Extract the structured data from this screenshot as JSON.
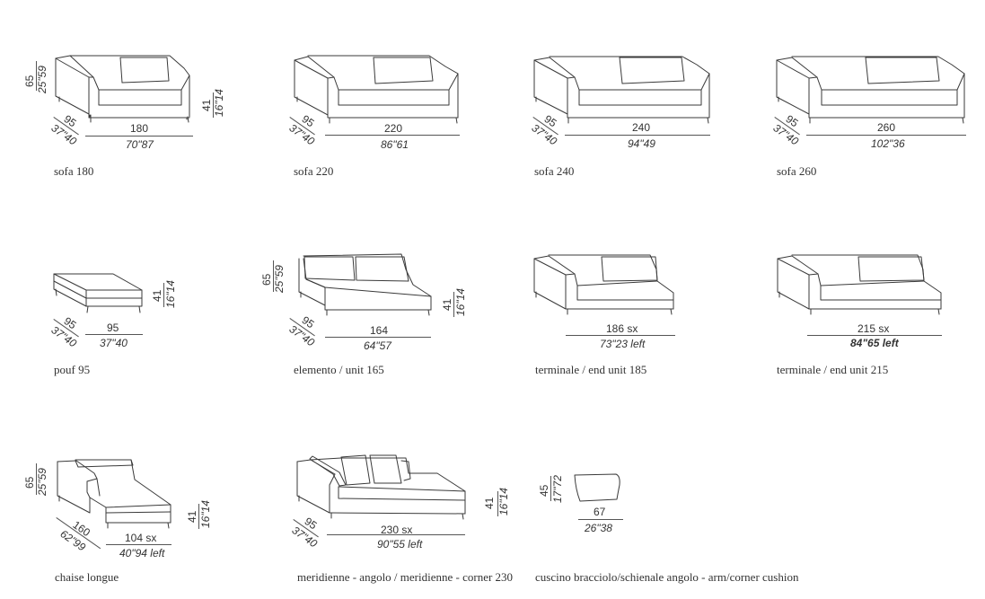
{
  "page": {
    "title": "Sofa modular system dimensions"
  },
  "items": [
    {
      "name": "sofa 180",
      "height_cm": "65",
      "height_in": "25\"59",
      "depth_cm": "95",
      "depth_in": "37\"40",
      "width_cm": "180",
      "width_in": "70\"87",
      "seat_cm": "41",
      "seat_in": "16\"14"
    },
    {
      "name": "sofa 220",
      "depth_cm": "95",
      "depth_in": "37\"40",
      "width_cm": "220",
      "width_in": "86\"61"
    },
    {
      "name": "sofa 240",
      "depth_cm": "95",
      "depth_in": "37\"40",
      "width_cm": "240",
      "width_in": "94\"49"
    },
    {
      "name": "sofa 260",
      "depth_cm": "95",
      "depth_in": "37\"40",
      "width_cm": "260",
      "width_in": "102\"36"
    },
    {
      "name": "pouf 95",
      "depth_cm": "95",
      "depth_in": "37\"40",
      "width_cm": "95",
      "width_in": "37\"40",
      "seat_cm": "41",
      "seat_in": "16\"14"
    },
    {
      "name": "elemento / unit 165",
      "height_cm": "65",
      "height_in": "25\"59",
      "depth_cm": "95",
      "depth_in": "37\"40",
      "width_cm": "164",
      "width_in": "64\"57",
      "seat_cm": "41",
      "seat_in": "16\"14"
    },
    {
      "name": "terminale / end unit 185",
      "width_cm": "186 sx",
      "width_in": "73\"23 left"
    },
    {
      "name": "terminale / end unit 215",
      "width_cm": "215 sx",
      "width_in": "84\"65 left"
    },
    {
      "name": "chaise longue",
      "height_cm": "65",
      "height_in": "25\"59",
      "depth_cm": "160",
      "depth_in": "62\"99",
      "width_cm": "104 sx",
      "width_in": "40\"94 left",
      "seat_cm": "41",
      "seat_in": "16\"14"
    },
    {
      "name": "meridienne - angolo / meridienne - corner 230",
      "depth_cm": "95",
      "depth_in": "37\"40",
      "width_cm": "230 sx",
      "width_in": "90\"55 left",
      "seat_cm": "41",
      "seat_in": "16\"14"
    },
    {
      "name": "cuscino bracciolo/schienale angolo - arm/corner cushion",
      "height_cm": "45",
      "height_in": "17\"72",
      "width_cm": "67",
      "width_in": "26\"38"
    }
  ]
}
